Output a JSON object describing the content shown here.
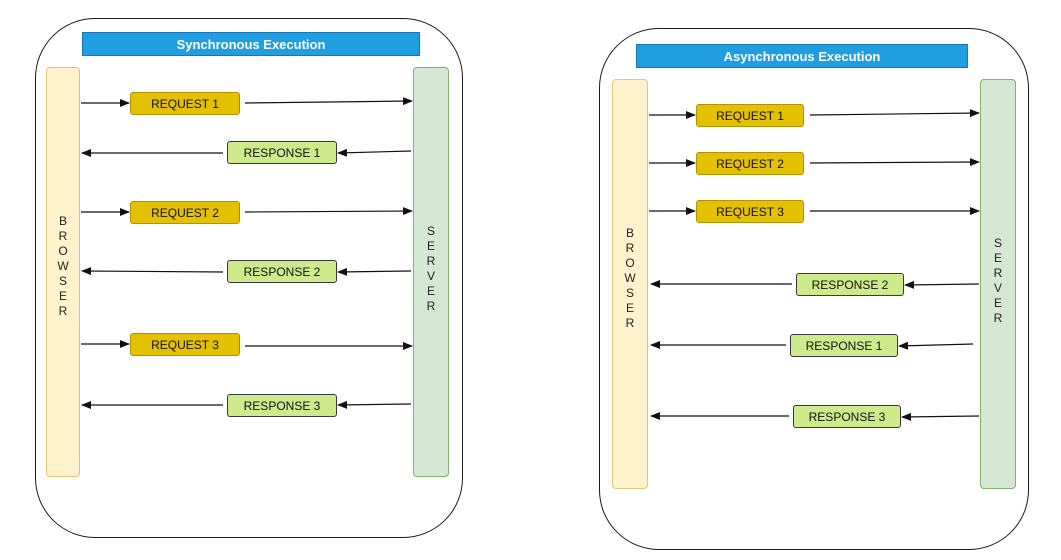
{
  "colors": {
    "title_bg": "#1f9fe0",
    "browser_lane": "#fff2cc",
    "server_lane": "#d5e8d4",
    "request_box": "#e3c000",
    "response_box": "#cdeb8b"
  },
  "sync": {
    "title": "Synchronous Execution",
    "browser_label": "B\nR\nO\nW\nS\nE\nR",
    "server_label": "S\nE\nR\nV\nE\nR",
    "request_1": "REQUEST 1",
    "response_1": "RESPONSE 1",
    "request_2": "REQUEST 2",
    "response_2": "RESPONSE 2",
    "request_3": "REQUEST 3",
    "response_3": "RESPONSE 3"
  },
  "async": {
    "title": "Asynchronous Execution",
    "browser_label": "B\nR\nO\nW\nS\nE\nR",
    "server_label": "S\nE\nR\nV\nE\nR",
    "request_1": "REQUEST 1",
    "request_2": "REQUEST 2",
    "request_3": "REQUEST 3",
    "response_2": "RESPONSE 2",
    "response_1": "RESPONSE 1",
    "response_3": "RESPONSE 3"
  }
}
